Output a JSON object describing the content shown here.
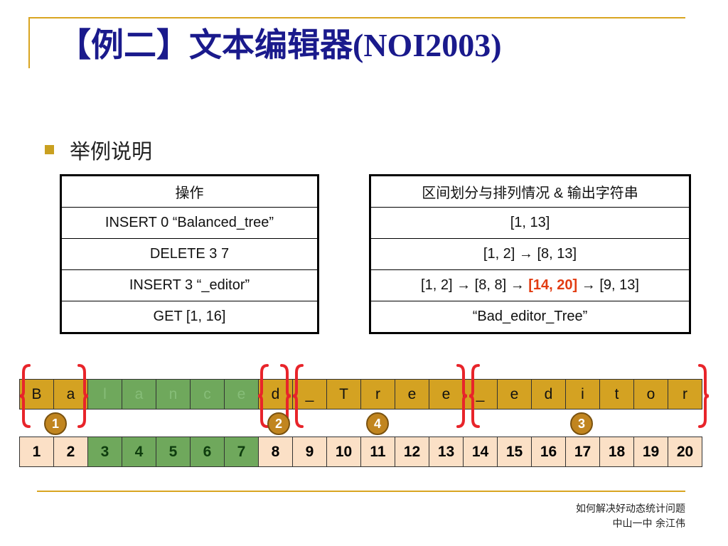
{
  "title": "【例二】文本编辑器(NOI2003)",
  "bullet": "举例说明",
  "ops_table": {
    "header": "操作",
    "rows": [
      "INSERT 0 “Balanced_tree”",
      "DELETE 3 7",
      "INSERT 3 “_editor”",
      "GET [1, 16]"
    ]
  },
  "result_table": {
    "header": "区间划分与排列情况 & 输出字符串",
    "rows": [
      {
        "parts": [
          "[1, 13]"
        ]
      },
      {
        "parts": [
          "[1, 2]",
          " → ",
          "[8, 13]"
        ]
      },
      {
        "parts": [
          "[1, 2]",
          " → ",
          "[8, 8]",
          " → ",
          "[14, 20]",
          " → ",
          "[9, 13]"
        ],
        "highlight": 4
      },
      {
        "parts": [
          "“Bad_editor_Tree”"
        ]
      }
    ]
  },
  "char_row": [
    "B",
    "a",
    "l",
    "a",
    "n",
    "c",
    "e",
    "d",
    "_",
    "T",
    "r",
    "e",
    "e",
    "_",
    "e",
    "d",
    "i",
    "t",
    "o",
    "r"
  ],
  "deleted_indices": [
    2,
    3,
    4,
    5,
    6
  ],
  "num_row": [
    "1",
    "2",
    "3",
    "4",
    "5",
    "6",
    "7",
    "8",
    "9",
    "10",
    "11",
    "12",
    "13",
    "14",
    "15",
    "16",
    "17",
    "18",
    "19",
    "20"
  ],
  "markers": [
    "1",
    "2",
    "4",
    "3"
  ],
  "footer": {
    "line1": "如何解决好动态统计问题",
    "line2": "中山一中 余江伟"
  },
  "colors": {
    "accent": "#d9a521",
    "title": "#1a1a8c",
    "highlight": "#e23c12",
    "bracket": "#e8242a",
    "deleted": "#6fa85c"
  }
}
